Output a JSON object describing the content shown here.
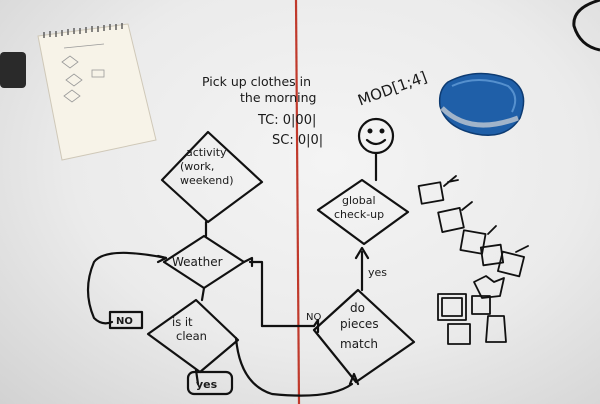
{
  "colors": {
    "ink": "#111111",
    "red_line": "#c0392b",
    "sponge": "#1f5fa8",
    "paper": "#f7f3e8"
  },
  "icons": [
    "notepad-icon",
    "eraser-icon",
    "smiley-icon",
    "clothing-doodles-icon",
    "cable-icon"
  ],
  "labels": {
    "note_line1": "Pick up clothes in",
    "note_line2": "the morning",
    "tc": "TC: 0|00|",
    "sc": "SC: 0|0|",
    "scribble": "MOD[1;4]",
    "activity1": "activity",
    "activity2": "(work,",
    "activity3": "weekend)",
    "weather": "Weather",
    "clean1": "is it",
    "clean2": "clean",
    "no_left": "NO",
    "yes_bottom": "yes",
    "global1": "global",
    "global2": "check-up",
    "match1": "do",
    "match2": "pieces",
    "match3": "match",
    "yes_right": "yes",
    "no_mid": "NO"
  }
}
